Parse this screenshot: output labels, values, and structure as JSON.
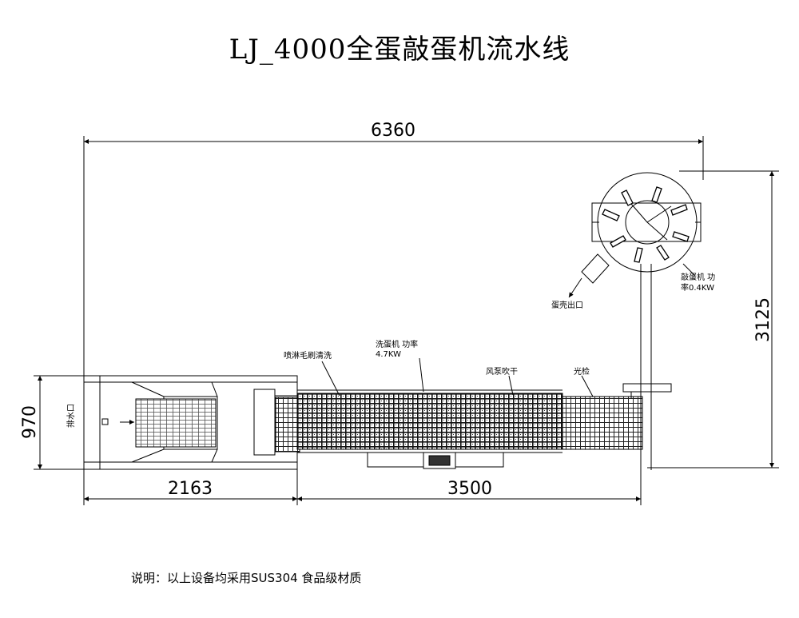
{
  "title": "LJ_4000全蛋敲蛋机流水线",
  "note": "说明：以上设备均采用SUS304 食品级材质",
  "dimensions": {
    "total_length": "6360",
    "washer_length": "2163",
    "line_length": "3500",
    "width": "970",
    "height": "3125"
  },
  "labels": {
    "drain": "排水口",
    "spray": "喷淋毛刷清洗",
    "washer_power_1": "洗蛋机 功率",
    "washer_power_2": "4.7KW",
    "fan": "风泵吹干",
    "candling": "光检",
    "shell_outlet": "蛋壳出口",
    "breaker_power_1": "敲蛋机  功",
    "breaker_power_2": "率0.4KW"
  }
}
